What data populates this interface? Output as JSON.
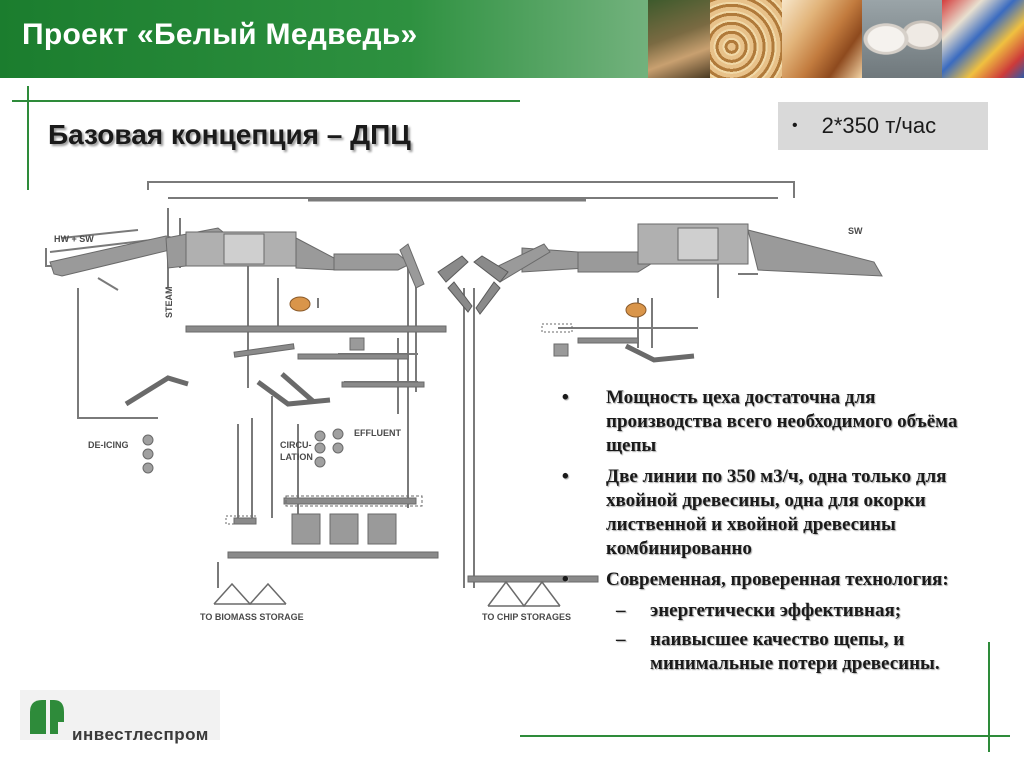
{
  "header": {
    "title": "Проект «Белый Медведь»"
  },
  "slide": {
    "subtitle": "Базовая концепция – ДПЦ",
    "capacity": {
      "bullet": "•",
      "text": "2*350 т/час"
    }
  },
  "diagram": {
    "labels": {
      "hw_sw": "HW + SW",
      "sw": "SW",
      "steam": "STEAM",
      "de_icing": "DE-ICING",
      "effluent": "EFFLUENT",
      "circu": "CIRCU-",
      "lation": "LATION",
      "to_biomass": "TO BIOMASS STORAGE",
      "to_chip": "TO CHIP STORAGES"
    }
  },
  "content": {
    "bullet_mark": "•",
    "sub_mark": "–",
    "bullets": [
      "Мощность цеха достаточна для производства  всего необходимого объёма щепы",
      "Две линии по 350 м3/ч, одна только для хвойной древесины, одна для окорки лиственной и хвойной древесины комбинированно",
      "Современная, проверенная технология:"
    ],
    "sub_bullets": [
      "энергетически эффективная;",
      "наивысшее качество щепы, и минимальные потери древесины."
    ]
  },
  "logo": {
    "text": "инвестлеспром"
  },
  "colors": {
    "brand_green": "#2e8b3a",
    "header_green": "#1b7d2e",
    "diagram_gray": "#7a7a7a"
  }
}
